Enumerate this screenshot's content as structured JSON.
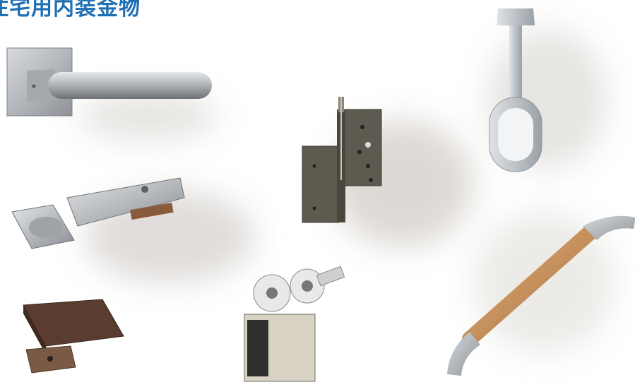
{
  "header": {
    "title": "住宅用内装金物"
  },
  "products": [
    {
      "name": "lever-handle"
    },
    {
      "name": "hinge"
    },
    {
      "name": "wardrobe-rod-bracket"
    },
    {
      "name": "concealed-hinge"
    },
    {
      "name": "grab-bar"
    },
    {
      "name": "magnetic-catch"
    },
    {
      "name": "sliding-door-roller"
    }
  ],
  "colors": {
    "title": "#1f6fb3",
    "metal": "#b9bdc2",
    "dark_bronze": "#5e5a4f",
    "wood": "#c9925a",
    "brown": "#5a3d30"
  }
}
